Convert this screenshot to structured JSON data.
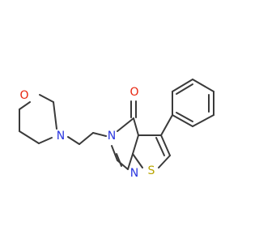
{
  "colors": {
    "bond": "#3a3a3a",
    "oxygen": "#e8240e",
    "nitrogen": "#2a36e0",
    "sulfur": "#b8a400",
    "background": "#ffffff"
  },
  "atoms": {
    "carbonyl_o": {
      "label": "O",
      "element": "oxygen"
    },
    "morpholine_o": {
      "label": "O",
      "element": "oxygen"
    },
    "morpholine_n": {
      "label": "N",
      "element": "nitrogen"
    },
    "ring_n3": {
      "label": "N",
      "element": "nitrogen"
    },
    "ring_n1": {
      "label": "N",
      "element": "nitrogen"
    },
    "thiophene_s": {
      "label": "S",
      "element": "sulfur"
    }
  }
}
